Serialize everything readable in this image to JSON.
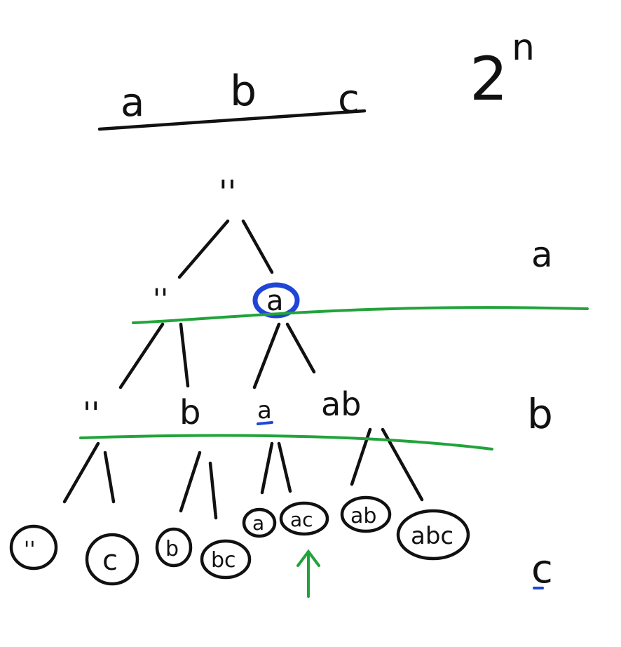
{
  "whiteboard": {
    "header_letters": [
      "a",
      "b",
      "c"
    ],
    "complexity": {
      "base": "2",
      "exponent": "n"
    },
    "level_labels": [
      "a",
      "b",
      "c"
    ],
    "tree": {
      "root": "''",
      "level1": [
        "''",
        "a"
      ],
      "level2": [
        "''",
        "b",
        "a",
        "ab"
      ],
      "leaves": [
        "''",
        "c",
        "b",
        "bc",
        "a",
        "ac",
        "ab",
        "abc"
      ]
    },
    "highlighted_node": "a",
    "colors": {
      "ink": "#111111",
      "divider": "#22a33a",
      "highlight": "#1f46d6",
      "arrow": "#22a33a"
    }
  }
}
